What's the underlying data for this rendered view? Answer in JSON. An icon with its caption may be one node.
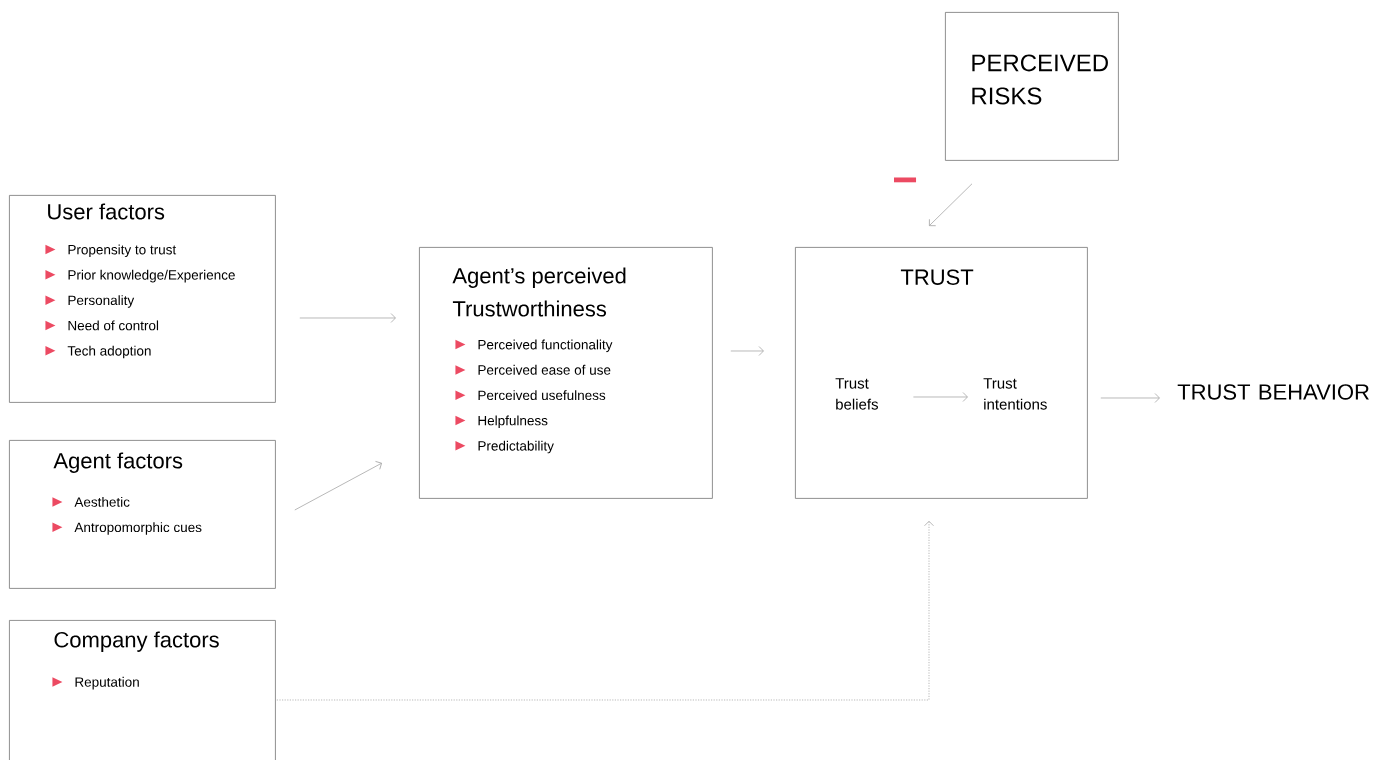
{
  "diagram": {
    "nodes": [
      {
        "text": [
          "User factors",
          "Propensity to trust",
          "Prior knowledge/Experience",
          "Personality",
          "Need of control",
          "Tech adoption"
        ]
      },
      {
        "text": [
          "Agent factors",
          "Aesthetic",
          "Antropomorphic cues"
        ]
      },
      {
        "text": [
          "Company factors",
          "Reputation"
        ]
      },
      {
        "text": [
          "Agent’s perceived Trustworthiness",
          "Perceived functionality",
          "Perceived ease of use",
          "Perceived usefulness",
          "Helpfulness",
          "Predictability"
        ]
      },
      {
        "text": [
          "TRUST"
        ]
      },
      {
        "text": [
          "Trust beliefs"
        ],
        "in": 4
      },
      {
        "text": [
          "Trust intentions"
        ],
        "in": 4
      },
      {
        "text": [
          "TRUST BEHAVIOR"
        ]
      },
      {
        "text": [
          "PERCEIVED RISKS"
        ]
      }
    ],
    "edges": [
      {
        "from": 0,
        "to": 3,
        "arrow": "to"
      },
      {
        "from": 1,
        "to": 3,
        "arrow": "to"
      },
      {
        "from": 3,
        "to": 4,
        "arrow": "to"
      },
      {
        "from": 5,
        "to": 6,
        "arrow": "to"
      },
      {
        "from": 4,
        "to": 7,
        "arrow": "to"
      },
      {
        "from": 8,
        "to": 4,
        "arrow": "to",
        "label": "−"
      },
      {
        "from": 2,
        "to": 4,
        "arrow": "to",
        "style": "dashed"
      }
    ]
  }
}
